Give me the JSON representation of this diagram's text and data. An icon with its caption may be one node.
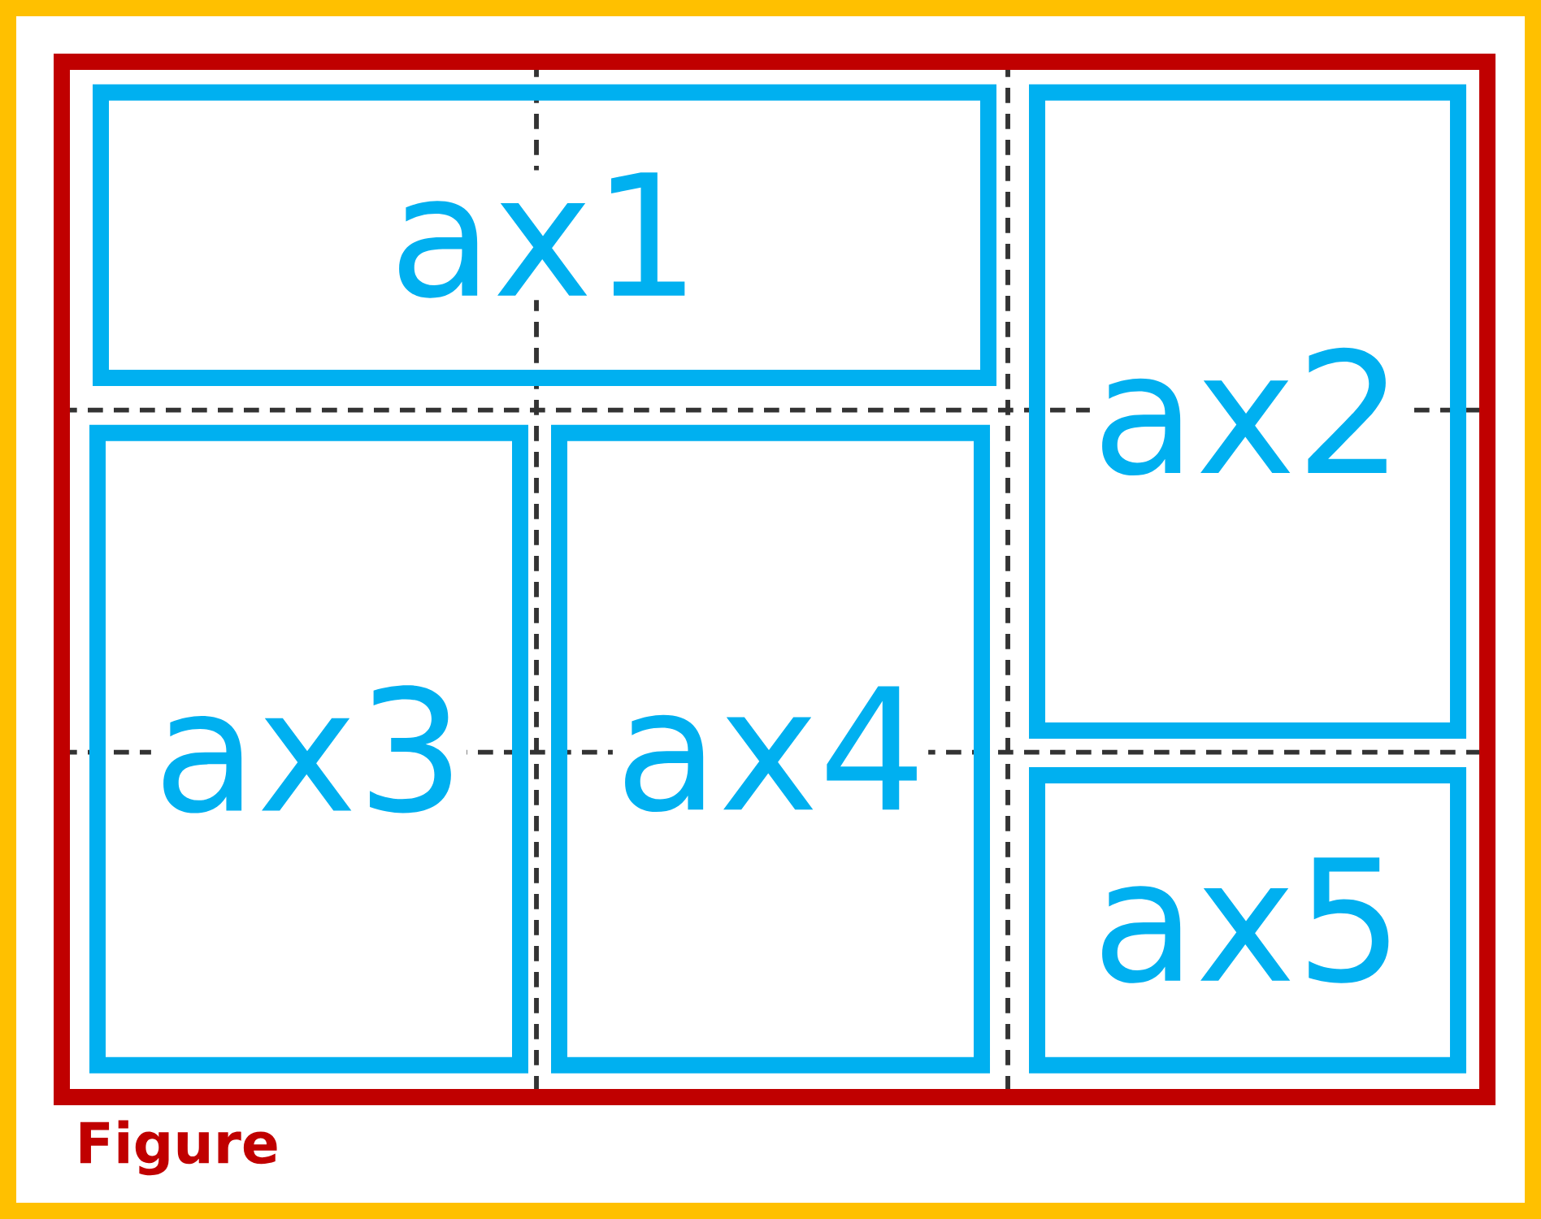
{
  "diagram": {
    "nodes": [
      {
        "text": [],
        "shape": "box"
      },
      {
        "text": [
          "Figure"
        ],
        "in": 0
      },
      {
        "text": [
          "ax1"
        ],
        "in": 1
      },
      {
        "text": [
          "ax2"
        ],
        "in": 1
      },
      {
        "text": [
          "ax3"
        ],
        "in": 1
      },
      {
        "text": [
          "ax4"
        ],
        "in": 1
      },
      {
        "text": [
          "ax5"
        ],
        "in": 1
      }
    ]
  }
}
